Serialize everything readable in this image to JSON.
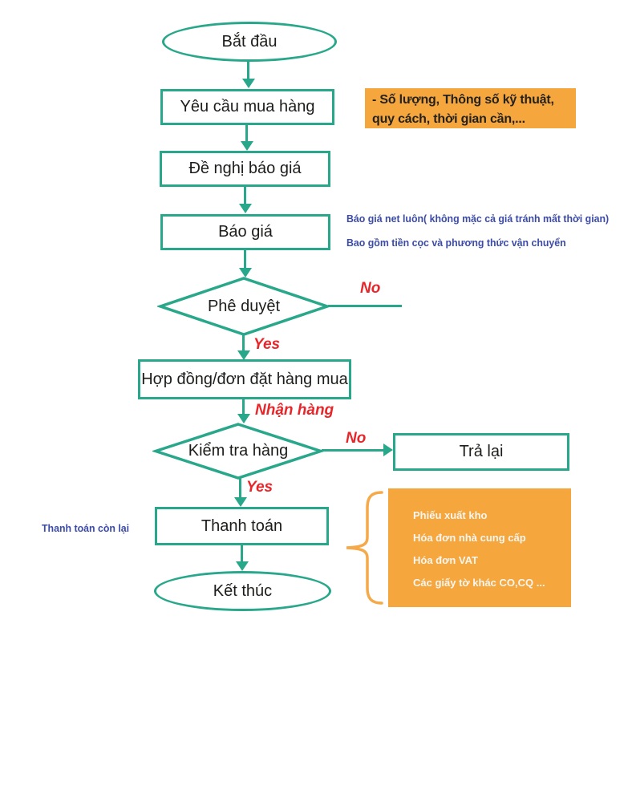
{
  "colors": {
    "teal": "#28a78b",
    "orange": "#f5a63d",
    "red": "#e8262a",
    "blue": "#3b4ba6"
  },
  "flowchart": {
    "nodes": {
      "start": "Bắt đầu",
      "purchase_request": "Yêu cầu mua hàng",
      "rfq": "Đề nghị báo giá",
      "quote": "Báo giá",
      "approval": "Phê duyệt",
      "contract": "Hợp đồng/đơn đặt hàng mua",
      "inspection": "Kiểm tra hàng",
      "return_goods": "Trả lại",
      "payment": "Thanh toán",
      "end": "Kết thúc"
    },
    "edge_labels": {
      "approval_no": "No",
      "approval_yes": "Yes",
      "receive_goods": "Nhận hàng",
      "inspection_no": "No",
      "inspection_yes": "Yes"
    },
    "annotations": {
      "requirements_note": "- Số lượng, Thông số kỹ thuật,\nquy cách, thời gian cần,...",
      "quote_note_line1": "Báo giá net luôn( không mặc cả giá tránh mất thời gian)",
      "quote_note_line2": "Bao gồm tiền cọc và phương thức vận chuyển",
      "payment_note": "Thanh toán còn lại",
      "documents": {
        "items": [
          "Phiếu xuất kho",
          "Hóa đơn nhà cung cấp",
          "Hóa đơn VAT",
          "Các giấy tờ khác CO,CQ ..."
        ]
      }
    }
  }
}
